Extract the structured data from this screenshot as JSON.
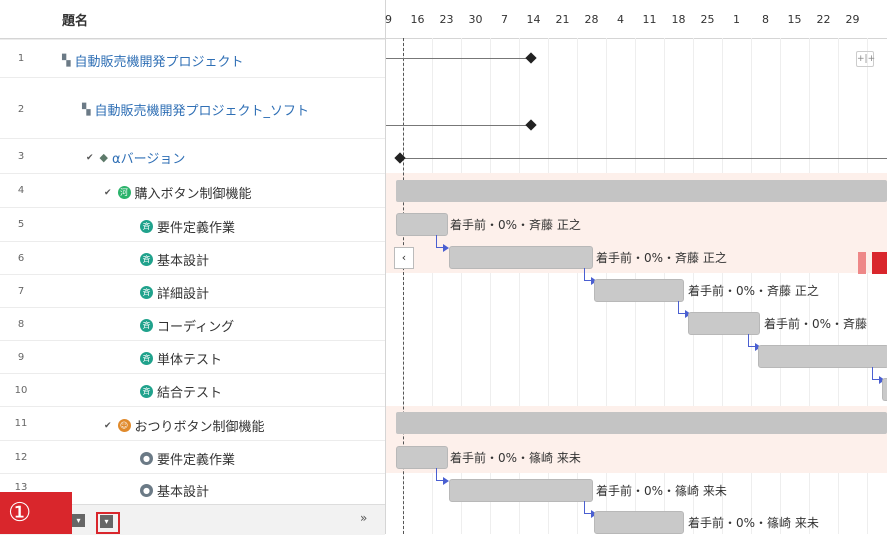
{
  "header": {
    "title_col": "題名"
  },
  "dates": [
    "9",
    "16",
    "23",
    "30",
    "7",
    "14",
    "21",
    "28",
    "4",
    "11",
    "18",
    "25",
    "1",
    "8",
    "15",
    "22",
    "29"
  ],
  "rows": [
    {
      "num": "1",
      "title": "自動販売機開発プロジェクト"
    },
    {
      "num": "2",
      "title": "自動販売機開発プロジェクト_ソフト"
    },
    {
      "num": "3",
      "title": "αバージョン"
    },
    {
      "num": "4",
      "title": "購入ボタン制御機能"
    },
    {
      "num": "5",
      "title": "要件定義作業"
    },
    {
      "num": "6",
      "title": "基本設計"
    },
    {
      "num": "7",
      "title": "詳細設計"
    },
    {
      "num": "8",
      "title": "コーディング"
    },
    {
      "num": "9",
      "title": "単体テスト"
    },
    {
      "num": "10",
      "title": "結合テスト"
    },
    {
      "num": "11",
      "title": "おつりボタン制御機能"
    },
    {
      "num": "12",
      "title": "要件定義作業"
    },
    {
      "num": "13",
      "title": "基本設計"
    }
  ],
  "bar_labels": {
    "r5": "着手前・0%・斉藤 正之",
    "r6": "着手前・0%・斉藤 正之",
    "r7": "着手前・0%・斉藤 正之",
    "r8": "着手前・0%・斉藤",
    "r12": "着手前・0%・篠崎 来未",
    "r13": "着手前・0%・篠崎 来未",
    "r14": "着手前・0%・篠崎 来未"
  },
  "annotation": {
    "marker": "①"
  },
  "colors": {
    "link": "#2f6fb5",
    "dependency": "#4a5fd1",
    "highlight": "#d9262c"
  }
}
